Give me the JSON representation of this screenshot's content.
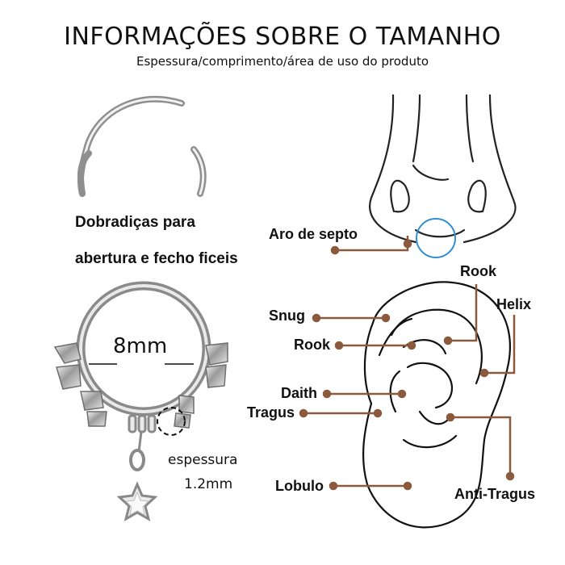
{
  "header": {
    "title": "INFORMAÇÕES SOBRE O TAMANHO",
    "subtitle": "Espessura/comprimento/área de uso do produto"
  },
  "left": {
    "hinge_line1": "Dobradiças para",
    "hinge_line2": "abertura e fecho ficeis",
    "diameter": "8mm",
    "thickness_label": "espessura",
    "thickness_value": "1.2mm"
  },
  "nose": {
    "septum_label": "Aro de septo"
  },
  "ear": {
    "labels": {
      "rook_top": "Rook",
      "helix": "Helix",
      "snug": "Snug",
      "rook": "Rook",
      "daith": "Daith",
      "tragus": "Tragus",
      "lobulo": "Lobulo",
      "anti_tragus": "Anti-Tragus"
    }
  },
  "colors": {
    "pointer": "#8b5a3c",
    "septum_ring": "#2e8fd6",
    "metal": "#b8b8b8"
  }
}
